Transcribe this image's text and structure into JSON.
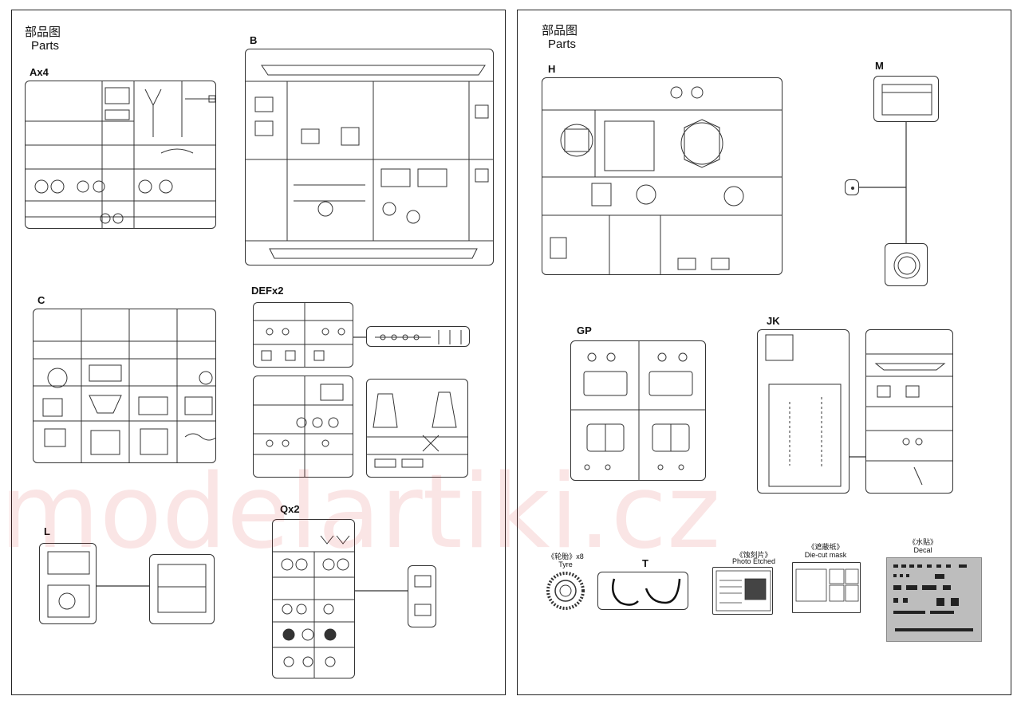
{
  "left_page": {
    "heading_cn": "部品图",
    "heading_en": "Parts",
    "labels": {
      "A": "Ax4",
      "B": "B",
      "C": "C",
      "DEF": "DEFx2",
      "L": "L",
      "Q": "Qx2"
    }
  },
  "right_page": {
    "heading_cn": "部品图",
    "heading_en": "Parts",
    "labels": {
      "H": "H",
      "M": "M",
      "GP": "GP",
      "JK": "JK",
      "T": "T"
    },
    "tyre": {
      "cn": "《轮胎》x8",
      "en": "Tyre"
    },
    "photo_etched": {
      "cn": "《蚀刻片》",
      "en": "Photo Etched"
    },
    "die_cut_mask": {
      "cn": "《遮蔽纸》",
      "en": "Die-cut mask"
    },
    "decal": {
      "cn": "《水贴》",
      "en": "Decal"
    }
  },
  "watermark": "modelartiki.cz",
  "colors": {
    "line": "#333333",
    "watermark": "#d62828"
  }
}
